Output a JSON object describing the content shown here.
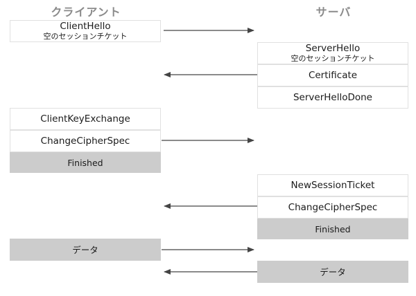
{
  "headers": {
    "client": "クライアント",
    "server": "サーバ"
  },
  "client": {
    "client_hello": {
      "label": "ClientHello",
      "sub": "空のセッションチケット"
    },
    "client_key_exchange": "ClientKeyExchange",
    "change_cipher_spec": "ChangeCipherSpec",
    "finished": "Finished",
    "data": "データ"
  },
  "server": {
    "server_hello": {
      "label": "ServerHello",
      "sub": "空のセッションチケット"
    },
    "certificate": "Certificate",
    "server_hello_done": "ServerHelloDone",
    "new_session_ticket": "NewSessionTicket",
    "change_cipher_spec": "ChangeCipherSpec",
    "finished": "Finished",
    "data": "データ"
  },
  "colors": {
    "message_box": "#ffffff",
    "encrypted_box": "#cccccc",
    "arrow": "#444444",
    "header_text": "#8a8a8a"
  },
  "arrows": [
    {
      "from": "client",
      "to": "server",
      "message": "ClientHello"
    },
    {
      "from": "server",
      "to": "client",
      "message": "ServerHello, Certificate, ServerHelloDone"
    },
    {
      "from": "client",
      "to": "server",
      "message": "ClientKeyExchange, ChangeCipherSpec, Finished"
    },
    {
      "from": "server",
      "to": "client",
      "message": "NewSessionTicket, ChangeCipherSpec, Finished"
    },
    {
      "from": "client",
      "to": "server",
      "message": "データ"
    },
    {
      "from": "server",
      "to": "client",
      "message": "データ"
    }
  ]
}
